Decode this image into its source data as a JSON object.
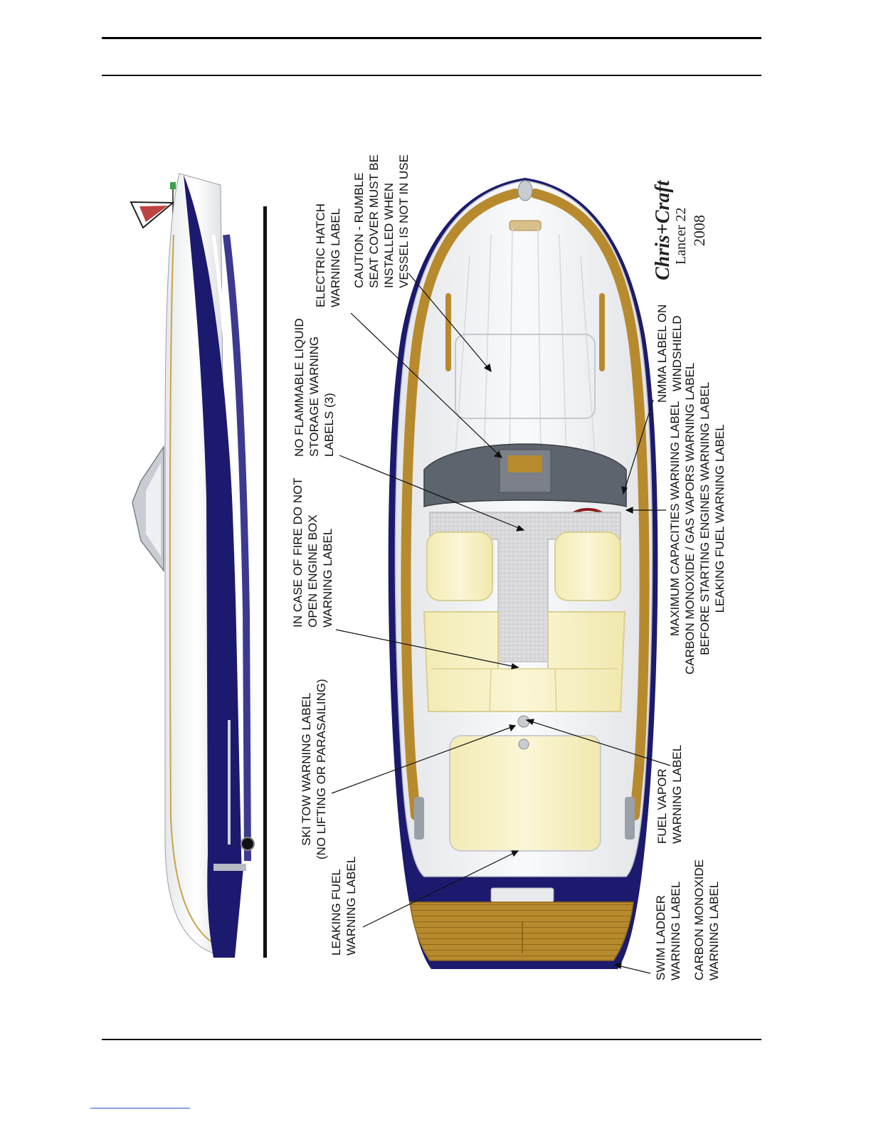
{
  "callouts": {
    "electric_hatch": "ELECTRIC HATCH\nWARNING LABEL",
    "rumble_seat": "CAUTION - RUMBLE\nSEAT COVER MUST BE\nINSTALLED WHEN\nVESSEL IS NOT IN USE",
    "flammable": "NO FLAMMABLE LIQUID\nSTORAGE WARNING\nLABELS (3)",
    "engine_box": "IN CASE OF FIRE DO NOT\nOPEN ENGINE BOX\nWARNING LABEL",
    "ski_tow": "SKI TOW WARNING LABEL\n(NO LIFTING OR PARASAILING)",
    "leaking_fuel": "LEAKING FUEL\nWARNING LABEL",
    "nmma": "NMMA LABEL ON\nWINDSHIELD",
    "capacities": "MAXIMUM CAPACITIES WARNING LABEL\nCARBON MONOXIDE / GAS VAPORS WARNING LABEL\nBEFORE STARTING ENGINES WARNING LABEL\nLEAKING FUEL WARNING LABEL",
    "fuel_vapor": "FUEL VAPOR\nWARNING LABEL",
    "swim_ladder": "SWIM LADDER\nWARNING LABEL",
    "carbon_monoxide": "CARBON MONOXIDE\nWARNING LABEL"
  },
  "brand": {
    "logo": "Chris+Craft",
    "model": "Lancer 22",
    "year": "2008"
  },
  "colors": {
    "hull_navy": "#1c1a6e",
    "teak": "#b88a2e",
    "cream": "#f6efbd",
    "deck_white": "#eef0f2"
  }
}
